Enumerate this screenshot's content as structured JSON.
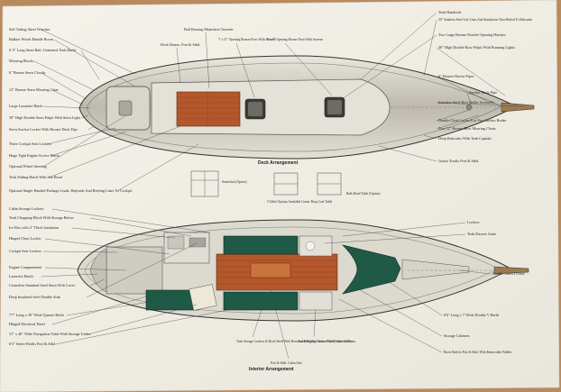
{
  "deck": {
    "title": "Deck Arrangement",
    "left_labels": [
      "Self Tailing Sheet Winches",
      "Bulkier Winch Handle Boxes",
      "6' 0\" Long Stern Rail, Untreated Teak Backs",
      "Mooring Blocks",
      "6\" Bronze Stern Chocks",
      "12\" Bronze Stern Mooring Cleat",
      "Large Lazarette Hatch",
      "30\" High Double Stern Pulpit With Stern Light",
      "Stern Anchor Locker With Bronze Deck Pipe",
      "Three Cockpit Seat Lockers",
      "Huge Tight Engine Access Hatch",
      "Optional Wheel Steering",
      "Teak Sliding Hatch With Sea Hood",
      "Optional Single Handed Package Leads, Halyards And Reefing Lines To Cockpit"
    ],
    "top_labels": [
      "Deck Drains, Port & Stbd.",
      "Ball Bearing Mainsheet Traveler",
      "7' x 11\" Opening Bronze Ports With Screens",
      "8' x 7\" Opening Bronze Ports With Screens"
    ],
    "right_labels": [
      "Teak Handrails",
      "30\" Stainless Steel Life Lines And Stanchions Thru-Bolted To Bulwarks",
      "Two Large Bronze Double Opening Hatches",
      "30\" High Double Bow Pulpit With Running Lights",
      "6\" Bronze Hawse Pipes",
      "Anchor Deck Pipe",
      "Stainless Steel Bow Roller Assembly",
      "Double Cleat Locker For Two Anchor Rodes",
      "Two 12\" Bronze Bow Mooring Cleats",
      "Deep Bulwarks With Teak Capitals",
      "Genoa Tracks Port & Stbd."
    ],
    "insets": [
      "Stanchion (Option)",
      "5 Table Options Available Center Drop Leaf Table",
      "Bulk Head Table (Option)"
    ]
  },
  "interior": {
    "title": "Interior Arrangement",
    "left_labels": [
      "Cabin Storage Lockers",
      "Teak Chopping Block With Storage Below",
      "Ice Box with 4\" Thick Insulation",
      "Hinged Chart Locker",
      "Cockpit Seat Lockers",
      "Engine Compartment",
      "Lazarette Hatch",
      "Centerline Standard Steel Stern With Cover",
      "Deep Insulated Steel Double Sink",
      "7'7\" Long x 30\" Wide Quarter Berth",
      "Hinged Electrical Panel",
      "31\" x 40\" Wide Navigation Table With Storage Under",
      "6'3\" Settee Berths Port & Stbd."
    ],
    "bottom_labels": [
      "Teak Storage Lockers & Book Shelf With Removable Fiddles Above Port & Stbd. Settees",
      "Two Hanging Lockers With Louvered Doors",
      "Port & Stbd. Cabin Sole"
    ],
    "right_labels": [
      "Lockers",
      "Teak Shower Grate",
      "Double Chest Locker",
      "6'6\" Long x 7' Wide Double V Berth",
      "Storage Cabinets",
      "Book Shelves Port & Stbd. With Removable Fiddles"
    ]
  },
  "colors": {
    "paper": "#f1efe7",
    "table_surface": "#b98a5e",
    "teak": "#b4582b",
    "cushion": "#1f5a47",
    "hull_gray": "#c9c6bd"
  }
}
